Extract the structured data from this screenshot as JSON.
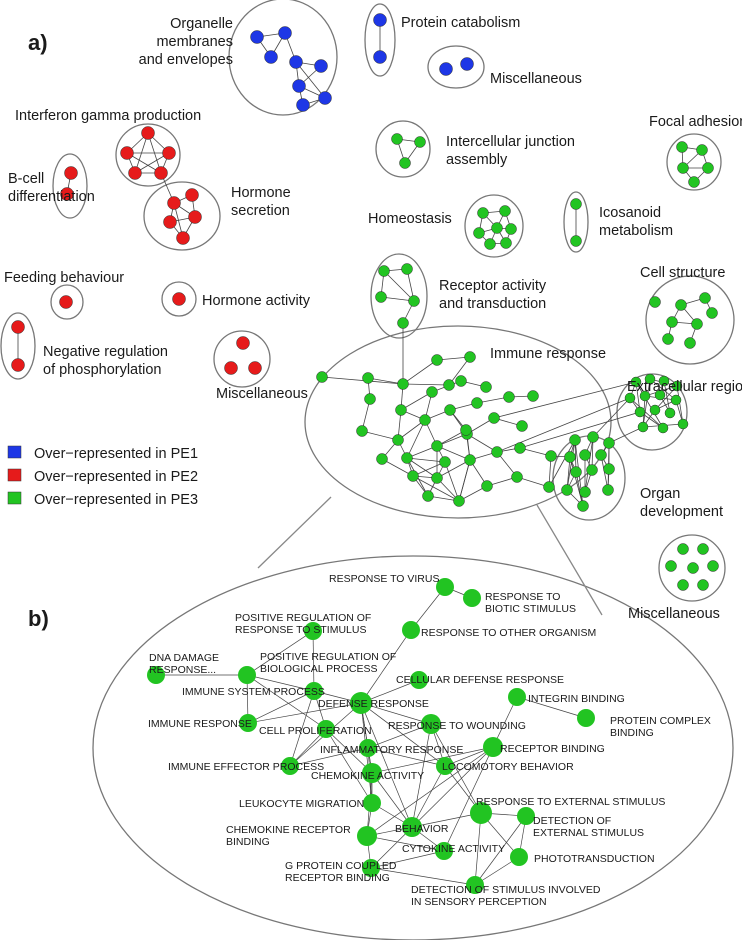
{
  "panels": {
    "a": "a)",
    "b": "b)"
  },
  "colors": {
    "pe1": "#1e37e6",
    "pe2": "#e61b1b",
    "pe3": "#22c422"
  },
  "legend": [
    {
      "label": "Over−represented in PE1",
      "color": "#1e37e6"
    },
    {
      "label": "Over−represented in PE2",
      "color": "#e61b1b"
    },
    {
      "label": "Over−represented in PE3",
      "color": "#22c422"
    }
  ],
  "clusters": {
    "organelle": [
      "Organelle",
      "membranes",
      "and envelopes"
    ],
    "protein_catabolism": [
      "Protein catabolism"
    ],
    "misc_blue": [
      "Miscellaneous"
    ],
    "interferon": [
      "Interferon gamma production"
    ],
    "bcell": [
      "B-cell",
      "differentiation"
    ],
    "hormone_secretion": [
      "Hormone",
      "secretion"
    ],
    "intercellular": [
      "Intercellular junction",
      "assembly"
    ],
    "focal_adhesion": [
      "Focal adhesion"
    ],
    "homeostasis": [
      "Homeostasis"
    ],
    "icosanoid": [
      "Icosanoid",
      "metabolism"
    ],
    "feeding": [
      "Feeding behaviour"
    ],
    "hormone_activity": [
      "Hormone activity"
    ],
    "receptor_activity": [
      "Receptor activity",
      "and transduction"
    ],
    "cell_structure": [
      "Cell structure"
    ],
    "neg_phosph": [
      "Negative regulation",
      "of phosphorylation"
    ],
    "misc_red": [
      "Miscellaneous"
    ],
    "immune_response": [
      "Immune response"
    ],
    "extracellular": [
      "Extracellular region"
    ],
    "organ_dev": [
      "Organ",
      "development"
    ],
    "misc_green": [
      "Miscellaneous"
    ]
  },
  "terms": {
    "response_to_virus": [
      "RESPONSE TO VIRUS"
    ],
    "response_to_biotic": [
      "RESPONSE TO",
      "BIOTIC STIMULUS"
    ],
    "pos_reg_response": [
      "POSITIVE REGULATION OF",
      "RESPONSE TO STIMULUS"
    ],
    "response_other_organism": [
      "RESPONSE TO OTHER ORGANISM"
    ],
    "dna_damage": [
      "DNA DAMAGE",
      "RESPONSE..."
    ],
    "pos_reg_biological": [
      "POSITIVE REGULATION OF",
      "BIOLOGICAL PROCESS"
    ],
    "cellular_defense": [
      "CELLULAR DEFENSE RESPONSE"
    ],
    "immune_system_process": [
      "IMMUNE SYSTEM PROCESS"
    ],
    "defense_response": [
      "DEFENSE RESPONSE"
    ],
    "integrin_binding": [
      "INTEGRIN BINDING"
    ],
    "immune_response": [
      "IMMUNE RESPONSE"
    ],
    "cell_proliferation": [
      "CELL PROLIFERATION"
    ],
    "response_to_wounding": [
      "RESPONSE TO WOUNDING"
    ],
    "protein_complex_binding": [
      "PROTEIN COMPLEX",
      "BINDING"
    ],
    "inflammatory_response": [
      "INFLAMMATORY RESPONSE"
    ],
    "receptor_binding": [
      "RECEPTOR BINDING"
    ],
    "immune_effector": [
      "IMMUNE EFFECTOR PROCESS"
    ],
    "chemokine_activity": [
      "CHEMOKINE ACTIVITY"
    ],
    "locomotory_behavior": [
      "LOCOMOTORY BEHAVIOR"
    ],
    "leukocyte_migration": [
      "LEUKOCYTE MIGRATION"
    ],
    "response_external": [
      "RESPONSE TO EXTERNAL STIMULUS"
    ],
    "behavior": [
      "BEHAVIOR"
    ],
    "chemokine_receptor": [
      "CHEMOKINE RECEPTOR",
      "BINDING"
    ],
    "detection_external": [
      "DETECTION OF",
      "EXTERNAL STIMULUS"
    ],
    "cytokine_activity": [
      "CYTOKINE ACTIVITY"
    ],
    "phototransduction": [
      "PHOTOTRANSDUCTION"
    ],
    "g_protein": [
      "G PROTEIN COUPLED",
      "RECEPTOR BINDING"
    ],
    "detection_sensory": [
      "DETECTION OF STIMULUS INVOLVED",
      "IN SENSORY PERCEPTION"
    ]
  }
}
